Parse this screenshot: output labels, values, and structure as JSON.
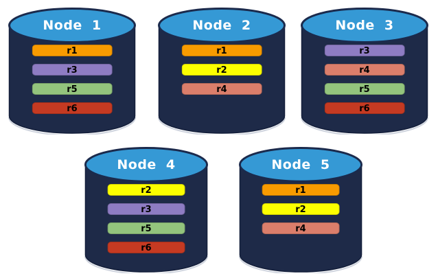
{
  "diagram": {
    "background": "#FFFFFF",
    "cylinder": {
      "body_color": "#1E2A48",
      "body_outline": "#131E3A",
      "top_color": "#3599D5",
      "top_outline": "#1B2A4C",
      "bottom_shadow": "#C7CDD8",
      "title_color": "#FFFFFF"
    },
    "replica_colors": {
      "r1": "#F89B00",
      "r2": "#FCFF00",
      "r3": "#8E7CC3",
      "r4": "#DB7E6B",
      "r5": "#93C47D",
      "r6": "#C53A22"
    },
    "replica_label_color": "#000000",
    "nodes": [
      {
        "label": "Node 1",
        "replicas": [
          "r1",
          "r3",
          "r5",
          "r6"
        ]
      },
      {
        "label": "Node 2",
        "replicas": [
          "r1",
          "r2",
          "r4"
        ]
      },
      {
        "label": "Node 3",
        "replicas": [
          "r3",
          "r4",
          "r5",
          "r6"
        ]
      },
      {
        "label": "Node 4",
        "replicas": [
          "r2",
          "r3",
          "r5",
          "r6"
        ]
      },
      {
        "label": "Node 5",
        "replicas": [
          "r1",
          "r2",
          "r4"
        ]
      }
    ]
  }
}
